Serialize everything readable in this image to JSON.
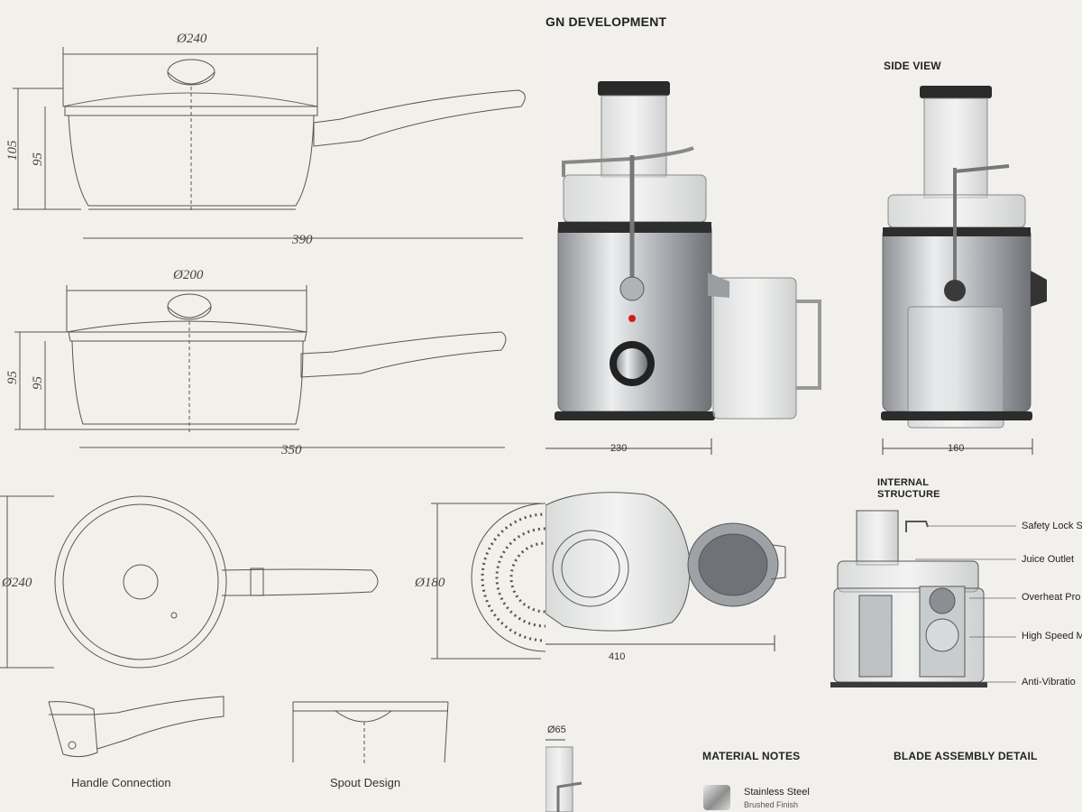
{
  "left": {
    "pan1": {
      "diameter": "Ø240",
      "height_outer": "105",
      "height_inner": "95",
      "length": "390"
    },
    "pan2": {
      "diameter": "Ø200",
      "height_outer": "95",
      "height_inner": "95",
      "length": "350"
    },
    "top_view": {
      "diameter": "Ø240",
      "inner_diameter": "Ø180"
    },
    "captions": {
      "handle": "Handle Connection",
      "spout": "Spout Design"
    }
  },
  "right": {
    "title_fragment": "GN DEVELOPMENT",
    "side_view_label": "SIDE VIEW",
    "front_width": "230",
    "side_width": "160",
    "exploded_width": "410",
    "internal_title_1": "INTERNAL",
    "internal_title_2": "STRUCTURE",
    "callouts": [
      "Safety Lock S",
      "Juice Outlet",
      "Overheat Pro",
      "High Speed M",
      "Anti-Vibratio"
    ],
    "feed_diameter": "Ø65",
    "material_notes_title": "MATERIAL NOTES",
    "material_name": "Stainless Steel",
    "material_finish": "Brushed Finish",
    "blade_title": "BLADE ASSEMBLY DETAIL"
  },
  "colors": {
    "steel": "#b9bcbf",
    "dark": "#2a2a2a",
    "indicator": "#d01c1c",
    "line": "#555555"
  }
}
